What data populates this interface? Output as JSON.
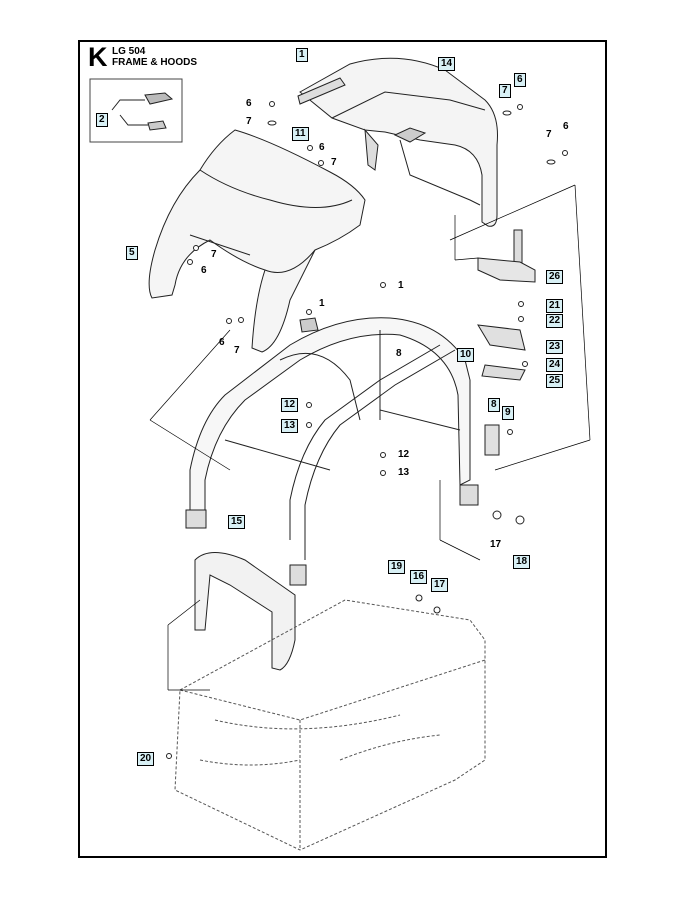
{
  "header": {
    "section_letter": "K",
    "model": "LG 504",
    "title": "FRAME & HOODS"
  },
  "callouts": [
    {
      "id": "c1a",
      "text": "1",
      "boxed": true
    },
    {
      "id": "c14",
      "text": "14",
      "boxed": true
    },
    {
      "id": "c7a",
      "text": "7",
      "boxed": true
    },
    {
      "id": "c6a",
      "text": "6",
      "boxed": true
    },
    {
      "id": "c2",
      "text": "2",
      "boxed": true
    },
    {
      "id": "c6b",
      "text": "6",
      "boxed": false
    },
    {
      "id": "c7b",
      "text": "7",
      "boxed": false
    },
    {
      "id": "c11",
      "text": "11",
      "boxed": true
    },
    {
      "id": "c6c",
      "text": "6",
      "boxed": false
    },
    {
      "id": "c7c",
      "text": "7",
      "boxed": false
    },
    {
      "id": "c7d",
      "text": "7",
      "boxed": false
    },
    {
      "id": "c6d",
      "text": "6",
      "boxed": false
    },
    {
      "id": "c5",
      "text": "5",
      "boxed": true
    },
    {
      "id": "c7e",
      "text": "7",
      "boxed": false
    },
    {
      "id": "c6e",
      "text": "6",
      "boxed": false
    },
    {
      "id": "c26",
      "text": "26",
      "boxed": true
    },
    {
      "id": "c1b",
      "text": "1",
      "boxed": false
    },
    {
      "id": "c1c",
      "text": "1",
      "boxed": false
    },
    {
      "id": "c21",
      "text": "21",
      "boxed": true
    },
    {
      "id": "c22",
      "text": "22",
      "boxed": true
    },
    {
      "id": "c6f",
      "text": "6",
      "boxed": false
    },
    {
      "id": "c7f",
      "text": "7",
      "boxed": false
    },
    {
      "id": "c23",
      "text": "23",
      "boxed": true
    },
    {
      "id": "c8a",
      "text": "8",
      "boxed": false
    },
    {
      "id": "c10",
      "text": "10",
      "boxed": true
    },
    {
      "id": "c24",
      "text": "24",
      "boxed": true
    },
    {
      "id": "c25",
      "text": "25",
      "boxed": true
    },
    {
      "id": "c12a",
      "text": "12",
      "boxed": true
    },
    {
      "id": "c8b",
      "text": "8",
      "boxed": true
    },
    {
      "id": "c9",
      "text": "9",
      "boxed": true
    },
    {
      "id": "c13a",
      "text": "13",
      "boxed": true
    },
    {
      "id": "c12b",
      "text": "12",
      "boxed": false
    },
    {
      "id": "c13b",
      "text": "13",
      "boxed": false
    },
    {
      "id": "c15",
      "text": "15",
      "boxed": true
    },
    {
      "id": "c17a",
      "text": "17",
      "boxed": false
    },
    {
      "id": "c18",
      "text": "18",
      "boxed": true
    },
    {
      "id": "c19",
      "text": "19",
      "boxed": true
    },
    {
      "id": "c16",
      "text": "16",
      "boxed": true
    },
    {
      "id": "c17b",
      "text": "17",
      "boxed": true
    },
    {
      "id": "c20",
      "text": "20",
      "boxed": true
    }
  ]
}
